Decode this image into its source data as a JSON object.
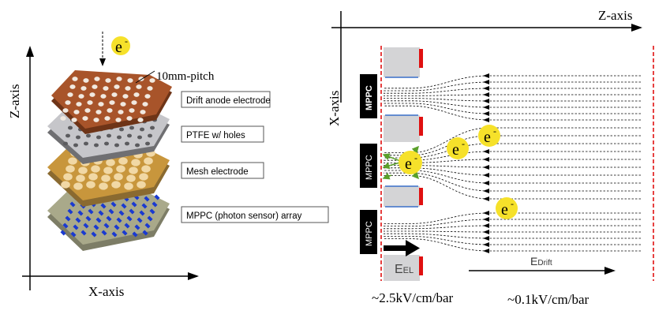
{
  "left": {
    "z_axis_label": "Z-axis",
    "x_axis_label": "X-axis",
    "pitch_label": "10mm-pitch",
    "electron_label": "e",
    "electron_sup": "-",
    "layers": [
      {
        "label": "Drift anode electrode"
      },
      {
        "label": "PTFE w/ holes"
      },
      {
        "label": "Mesh electrode"
      },
      {
        "label": "MPPC (photon sensor) array"
      }
    ]
  },
  "right": {
    "z_axis_label": "Z-axis",
    "x_axis_label": "X-axis",
    "mppc_label": "MPPC",
    "el_label_main": "E",
    "el_label_sub": "EL",
    "drift_label_main": "E",
    "drift_label_sub": "Drift",
    "el_field": "~2.5kV/cm/bar",
    "drift_field": "~0.1kV/cm/bar",
    "electron_label": "e",
    "electron_sup": "-"
  },
  "colors": {
    "anode": "#a8542a",
    "ptfe": "#b8b8bc",
    "mesh": "#c8963c",
    "mppc_board": "#a9a98a",
    "mppc_dot": "#1a3ad0",
    "electron": "#f6e12a",
    "red_line": "#e01010",
    "green_arrow": "#5aa02a"
  }
}
